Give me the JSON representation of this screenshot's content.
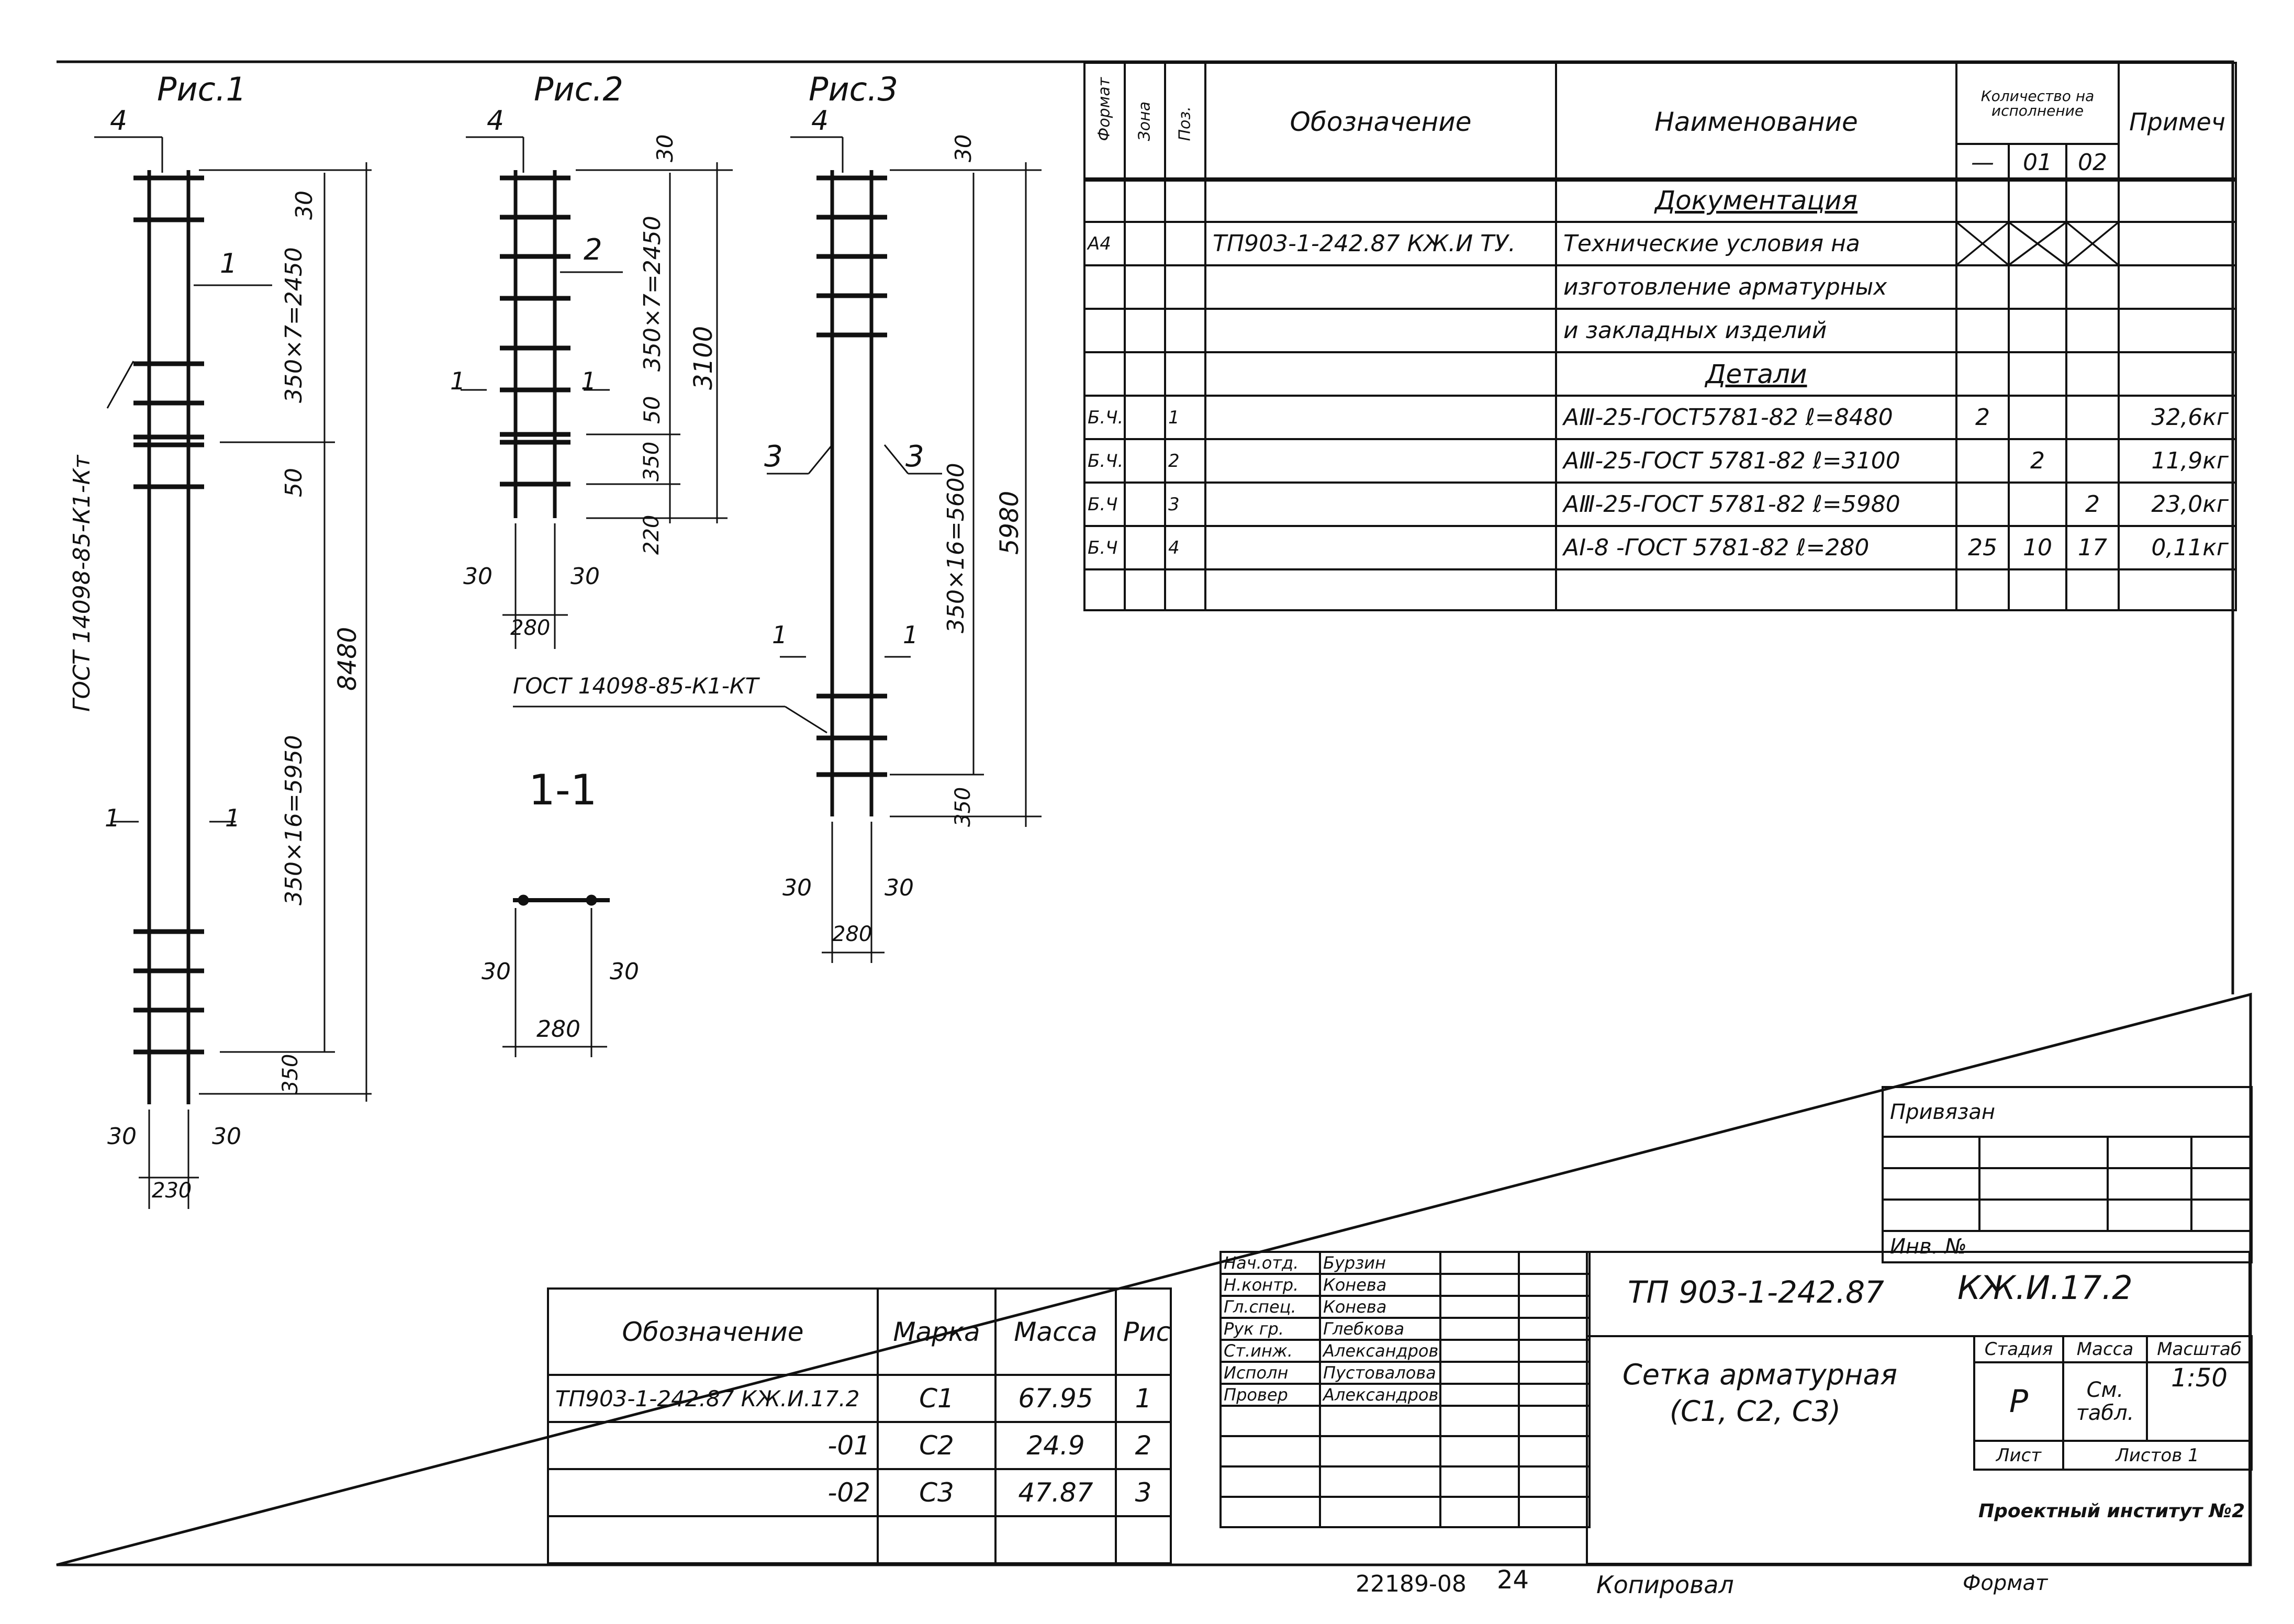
{
  "figures": {
    "fig1": {
      "title": "Рис.1",
      "pos_top": "4",
      "pos_side": "1",
      "weld_note": "ГОСТ 14098-85-К1-Кт",
      "dim_top": "30",
      "dim_upper": "350×7=2450",
      "dim_mid": "50",
      "dim_lower": "350×16=5950",
      "dim_bottom": "350",
      "dim_total": "8480",
      "sect_left": "1",
      "sect_right": "1",
      "dim_left": "30",
      "dim_right": "30",
      "dim_width": "230"
    },
    "fig2": {
      "title": "Рис.2",
      "pos_top": "4",
      "pos_side": "2",
      "dim_top": "30",
      "dim_upper": "350×7=2450",
      "dim_mid": "50",
      "dim_350": "350",
      "dim_bottom": "220",
      "dim_total": "3100",
      "sect_left": "1",
      "sect_right": "1",
      "dim_left": "30",
      "dim_right": "30",
      "dim_width": "280"
    },
    "fig3": {
      "title": "Рис.3",
      "pos_top": "4",
      "pos_left": "3",
      "pos_right": "3",
      "dim_top": "30",
      "dim_upper": "350×16=5600",
      "dim_total": "5980",
      "dim_bottom": "350",
      "sect_left": "1",
      "sect_right": "1",
      "weld_note": "ГОСТ 14098-85-К1-КТ",
      "dim_left": "30",
      "dim_right": "30",
      "dim_width": "280"
    },
    "section": {
      "title": "1-1",
      "dim_left": "30",
      "dim_right": "30",
      "dim_width": "280"
    }
  },
  "spec_table": {
    "headers": {
      "format": "Формат",
      "zone": "Зона",
      "pos": "Поз.",
      "designation": "Обозначение",
      "name": "Наименование",
      "qty": "Количество на исполнение",
      "qty_cols": [
        "—",
        "01",
        "02"
      ],
      "note": "Примеч"
    },
    "rows": [
      {
        "format": "",
        "zone": "",
        "pos": "",
        "designation": "",
        "name": "Документация",
        "q0": "",
        "q1": "",
        "q2": "",
        "note": ""
      },
      {
        "format": "А4",
        "zone": "",
        "pos": "",
        "designation": "ТП903-1-242.87 КЖ.И ТУ.",
        "name": "Технические условия на",
        "q0": "",
        "q1": "",
        "q2": "",
        "note": ""
      },
      {
        "format": "",
        "zone": "",
        "pos": "",
        "designation": "",
        "name": "изготовление арматурных",
        "q0": "",
        "q1": "",
        "q2": "",
        "note": ""
      },
      {
        "format": "",
        "zone": "",
        "pos": "",
        "designation": "",
        "name": "и закладных изделий",
        "q0": "",
        "q1": "",
        "q2": "",
        "note": ""
      },
      {
        "format": "",
        "zone": "",
        "pos": "",
        "designation": "",
        "name": "Детали",
        "q0": "",
        "q1": "",
        "q2": "",
        "note": ""
      },
      {
        "format": "Б.Ч.",
        "zone": "",
        "pos": "1",
        "designation": "",
        "name": "АⅢ-25-ГОСТ5781-82 ℓ=8480",
        "q0": "2",
        "q1": "",
        "q2": "",
        "note": "32,6кг"
      },
      {
        "format": "Б.Ч.",
        "zone": "",
        "pos": "2",
        "designation": "",
        "name": "АⅢ-25-ГОСТ 5781-82 ℓ=3100",
        "q0": "",
        "q1": "2",
        "q2": "",
        "note": "11,9кг"
      },
      {
        "format": "Б.Ч",
        "zone": "",
        "pos": "3",
        "designation": "",
        "name": "АⅢ-25-ГОСТ 5781-82 ℓ=5980",
        "q0": "",
        "q1": "",
        "q2": "2",
        "note": "23,0кг"
      },
      {
        "format": "Б.Ч",
        "zone": "",
        "pos": "4",
        "designation": "",
        "name": "АⅠ-8 -ГОСТ 5781-82 ℓ=280",
        "q0": "25",
        "q1": "10",
        "q2": "17",
        "note": "0,11кг"
      },
      {
        "format": "",
        "zone": "",
        "pos": "",
        "designation": "",
        "name": "",
        "q0": "",
        "q1": "",
        "q2": "",
        "note": ""
      }
    ]
  },
  "mass_table": {
    "headers": {
      "designation": "Обозначение",
      "mark": "Марка",
      "mass": "Масса",
      "fig": "Рис."
    },
    "rows": [
      {
        "designation": "ТП903-1-242.87 КЖ.И.17.2",
        "mark": "С1",
        "mass": "67.95",
        "fig": "1"
      },
      {
        "designation": "-01",
        "mark": "С2",
        "mass": "24.9",
        "fig": "2"
      },
      {
        "designation": "-02",
        "mark": "С3",
        "mass": "47.87",
        "fig": "3"
      }
    ]
  },
  "binding": {
    "title": "Привязан",
    "inv": "Инв. №"
  },
  "title_block": {
    "signers": [
      {
        "role": "Нач.отд.",
        "name": "Бурзин"
      },
      {
        "role": "Н.контр.",
        "name": "Конева"
      },
      {
        "role": "Гл.спец.",
        "name": "Конева"
      },
      {
        "role": "Рук гр.",
        "name": "Глебкова"
      },
      {
        "role": "Ст.инж.",
        "name": "Александрова"
      },
      {
        "role": "Исполн",
        "name": "Пустовалова"
      },
      {
        "role": "Провер",
        "name": "Александрова"
      }
    ],
    "code": "ТП 903-1-242.87",
    "code_sheet": "КЖ.И.17.2",
    "title": "Сетка арматурная",
    "subtitle": "(С1, С2, С3)",
    "stage_label": "Стадия",
    "mass_label": "Масса",
    "scale_label": "Масштаб",
    "stage": "Р",
    "mass": "См. табл.",
    "scale": "1:50",
    "sheet_label": "Лист",
    "sheets_label": "Листов 1",
    "org": "Проектный институт №2"
  },
  "footer": {
    "doc_no": "22189-08",
    "page": "24",
    "copied": "Копировал",
    "format": "Формат"
  }
}
